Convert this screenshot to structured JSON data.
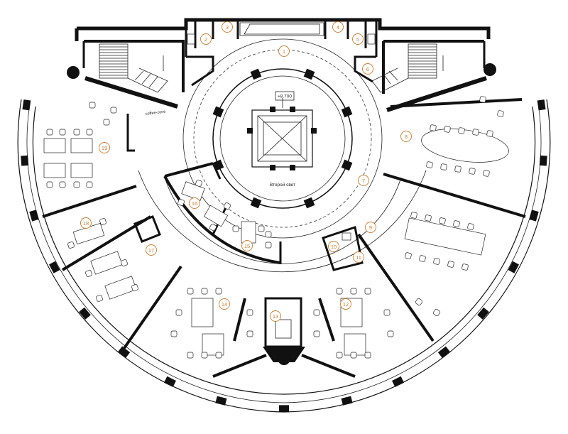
{
  "plan": {
    "elevation_label": "+8.700",
    "void_label": "Второй свет",
    "corridor_label": "coffee-zone",
    "rooms": [
      {
        "id": "1",
        "label": "1"
      },
      {
        "id": "2",
        "label": "2"
      },
      {
        "id": "3",
        "label": "3"
      },
      {
        "id": "4",
        "label": "4"
      },
      {
        "id": "5",
        "label": "5"
      },
      {
        "id": "6",
        "label": "6"
      },
      {
        "id": "7",
        "label": "7"
      },
      {
        "id": "8",
        "label": "8"
      },
      {
        "id": "9",
        "label": "9"
      },
      {
        "id": "10",
        "label": "10"
      },
      {
        "id": "11",
        "label": "11"
      },
      {
        "id": "12",
        "label": "12"
      },
      {
        "id": "13",
        "label": "13"
      },
      {
        "id": "14",
        "label": "14"
      },
      {
        "id": "15",
        "label": "15"
      },
      {
        "id": "16",
        "label": "16"
      },
      {
        "id": "17",
        "label": "17"
      },
      {
        "id": "18",
        "label": "18"
      },
      {
        "id": "19",
        "label": "19"
      }
    ]
  }
}
